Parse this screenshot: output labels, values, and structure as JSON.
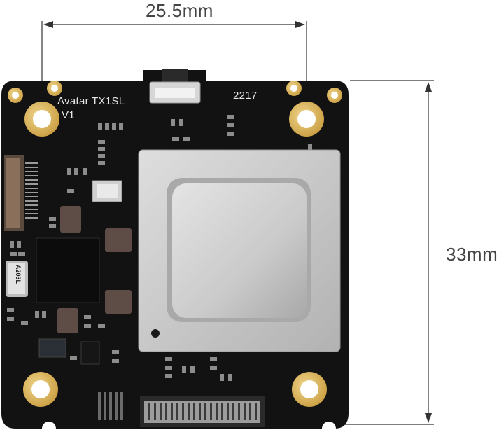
{
  "dimensions": {
    "width_label": "25.5mm",
    "height_label": "33mm"
  },
  "board": {
    "model_label": "Avatar TX1SL",
    "version_label": "V1",
    "code_label": "2217",
    "component_marking": "A203L",
    "colors": {
      "pcb": "#121212",
      "pad_gold": "#d8b25a",
      "shield": "#c9c9c9",
      "silkscreen": "#e8e8e8"
    }
  }
}
